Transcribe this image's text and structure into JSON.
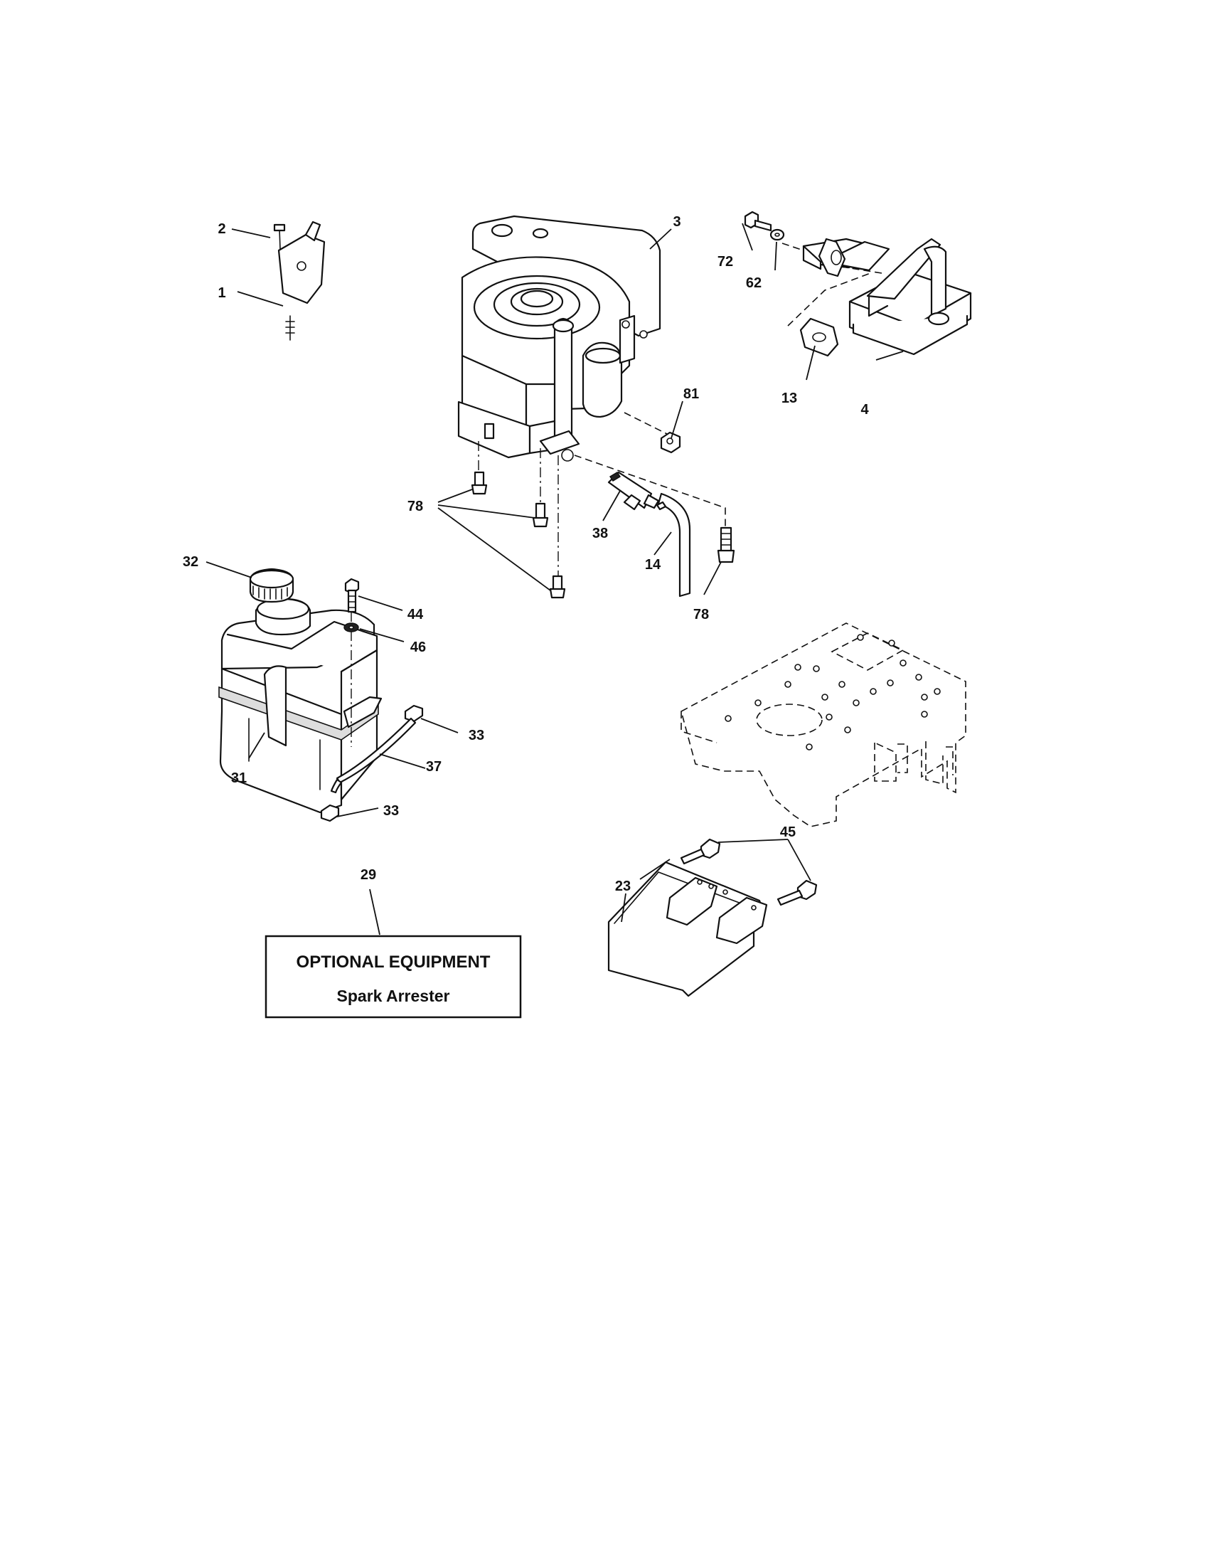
{
  "callouts": [
    {
      "id": "c1",
      "label": "1"
    },
    {
      "id": "c2",
      "label": "2"
    },
    {
      "id": "c3",
      "label": "3"
    },
    {
      "id": "c4",
      "label": "4"
    },
    {
      "id": "c13",
      "label": "13"
    },
    {
      "id": "c14",
      "label": "14"
    },
    {
      "id": "c23",
      "label": "23"
    },
    {
      "id": "c29",
      "label": "29"
    },
    {
      "id": "c31",
      "label": "31"
    },
    {
      "id": "c32",
      "label": "32"
    },
    {
      "id": "c33a",
      "label": "33"
    },
    {
      "id": "c33b",
      "label": "33"
    },
    {
      "id": "c37",
      "label": "37"
    },
    {
      "id": "c38",
      "label": "38"
    },
    {
      "id": "c44",
      "label": "44"
    },
    {
      "id": "c45",
      "label": "45"
    },
    {
      "id": "c46",
      "label": "46"
    },
    {
      "id": "c62",
      "label": "62"
    },
    {
      "id": "c72",
      "label": "72"
    },
    {
      "id": "c78a",
      "label": "78"
    },
    {
      "id": "c78b",
      "label": "78"
    },
    {
      "id": "c81",
      "label": "81"
    }
  ],
  "optional_box": {
    "title": "OPTIONAL EQUIPMENT",
    "subtitle": "Spark Arrester"
  }
}
